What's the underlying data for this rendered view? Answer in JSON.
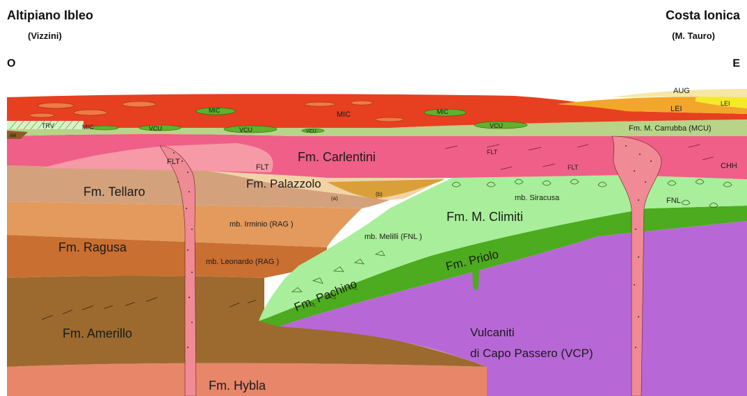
{
  "header": {
    "left_title": "Altipiano Ibleo",
    "left_subtitle": "(Vizzini)",
    "right_title": "Costa Ionica",
    "right_subtitle": "(M. Tauro)",
    "west": "O",
    "east": "E"
  },
  "labels": {
    "mic": "MIC",
    "mic_a": "MIC",
    "mic_b": "MIC",
    "mic_c": "MIC",
    "trv": "TRV",
    "vcu_a": "VCU",
    "vcu_b": "VCU",
    "vcu_c": "VCU",
    "vcu_d": "VCU",
    "aug": "AUG",
    "lei": "LEI",
    "lei_b": "LEI",
    "mcu": "Fm. M. Carrubba (MCU)",
    "carlentini": "Fm. Carlentini",
    "flt_b": "FLT",
    "flt": "FLT",
    "flt_c": "FLT",
    "flt_d": "FLT",
    "chh": "CHH",
    "tellaro": "Fm. Tellaro",
    "palazzolo": "Fm. Palazzolo",
    "pal_a": "(a)",
    "pal_b": "(b)",
    "siracusa": "mb. Siracusa",
    "fnl": "FNL",
    "climiti": "Fm. M. Climiti",
    "irminio": "mb. Irminio (RAG )",
    "melilli": "mb. Melilli (FNL )",
    "ragusa": "Fm. Ragusa",
    "leonardo": "mb. Leonardo (RAG )",
    "priolo": "Fm. Priolo",
    "pachino": "Fm. Pachino",
    "amerillo": "Fm. Amerillo",
    "vcp_line1": "Vulcaniti",
    "vcp_line2": "di Capo Passero (VCP)",
    "hybla": "Fm. Hybla",
    "aa": "aa"
  }
}
